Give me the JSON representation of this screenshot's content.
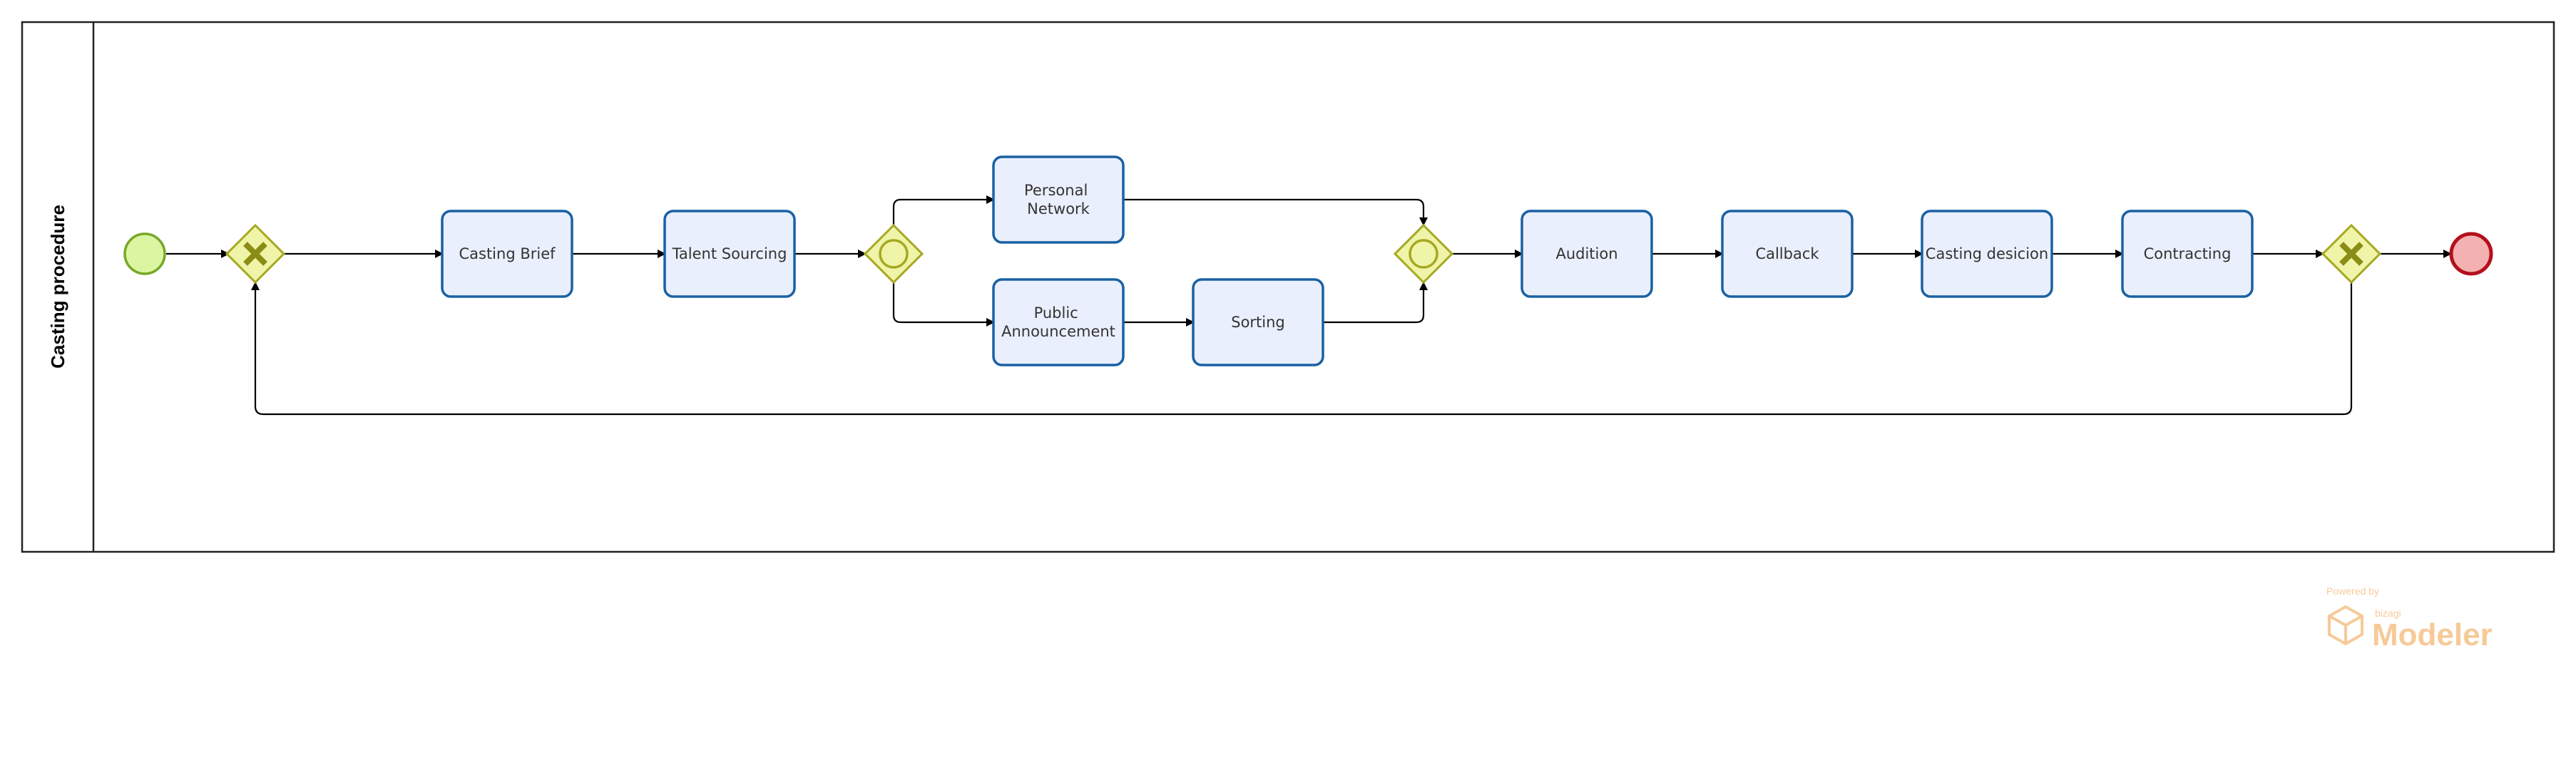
{
  "pool": {
    "label": "Casting procedure"
  },
  "tasks": {
    "casting_brief": [
      "Casting Brief"
    ],
    "talent_sourcing": [
      "Talent Sourcing"
    ],
    "personal_network": [
      "Personal",
      "Network"
    ],
    "public_announcement": [
      "Public",
      "Announcement"
    ],
    "sorting": [
      "Sorting"
    ],
    "audition": [
      "Audition"
    ],
    "callback": [
      "Callback"
    ],
    "casting_decision": [
      "Casting desicion"
    ],
    "contracting": [
      "Contracting"
    ]
  },
  "events": {
    "start": {
      "color": "#dcf5a2",
      "stroke": "#77a829"
    },
    "end": {
      "color": "#f3b1b1",
      "stroke": "#b4101c"
    }
  },
  "gateways": {
    "exclusive_color": "#f0f4a8",
    "stroke": "#a6a821",
    "mark": "#8b8c14"
  },
  "colors": {
    "task_fill": "#eaeffd",
    "task_stroke": "#1a61a3",
    "line": "#000000"
  },
  "watermark": {
    "powered_by": "Powered by",
    "brand": "bizagi",
    "product": "Modeler"
  }
}
